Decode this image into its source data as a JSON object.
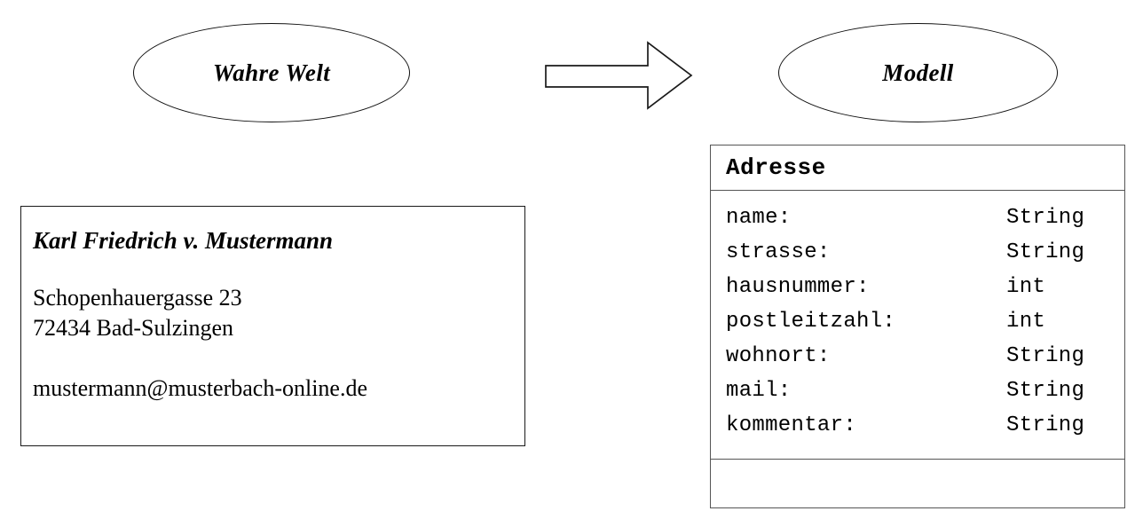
{
  "diagram": {
    "left_concept": {
      "label": "Wahre Welt"
    },
    "right_concept": {
      "label": "Modell"
    },
    "arrow": {
      "name": "maps-to-arrow",
      "direction": "right"
    },
    "address_card": {
      "name": "Karl Friedrich v. Mustermann",
      "street": "Schopenhauergasse 23",
      "city": "72434 Bad-Sulzingen",
      "email": "mustermann@musterbach-online.de"
    },
    "uml_class": {
      "class_name": "Adresse",
      "attributes": [
        {
          "name": "name:",
          "type": "String"
        },
        {
          "name": "strasse:",
          "type": "String"
        },
        {
          "name": "hausnummer:",
          "type": "int"
        },
        {
          "name": "postleitzahl:",
          "type": "int"
        },
        {
          "name": "wohnort:",
          "type": "String"
        },
        {
          "name": "mail:",
          "type": "String"
        },
        {
          "name": "kommentar:",
          "type": "String"
        }
      ],
      "operations": []
    }
  },
  "colors": {
    "outline": "#111111",
    "uml_border": "#555555",
    "text": "#000000",
    "background": "#ffffff"
  }
}
